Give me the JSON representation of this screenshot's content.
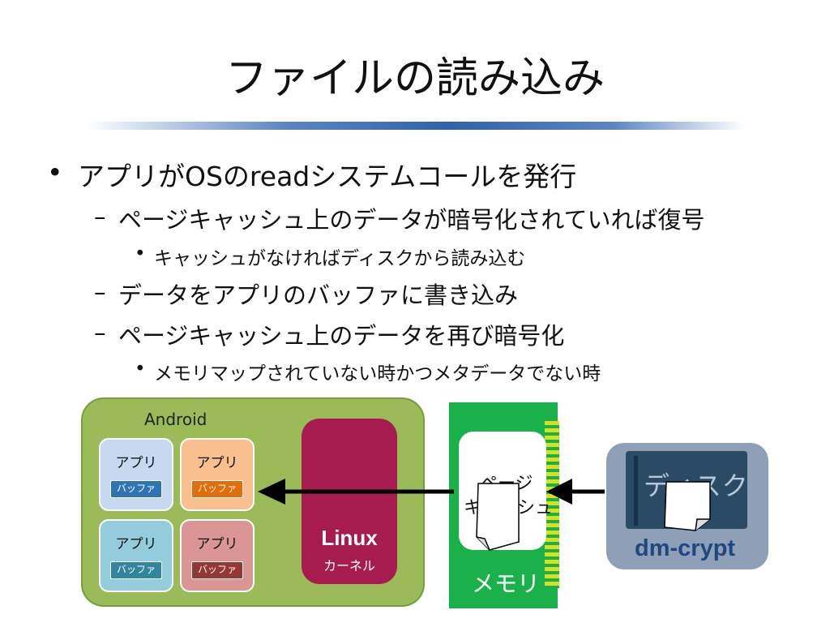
{
  "slide": {
    "title": "ファイルの読み込み"
  },
  "bullets": {
    "b1": "アプリがOSのreadシステムコールを発行",
    "b1_1": "ページキャッシュ上のデータが暗号化されていれば復号",
    "b1_1_1": "キャッシュがなければディスクから読み込む",
    "b1_2": "データをアプリのバッファに書き込み",
    "b1_3": "ページキャッシュ上のデータを再び暗号化",
    "b1_3_1": "メモリマップされていない時かつメタデータでない時",
    "marker_l1": "•",
    "marker_l2": "–",
    "marker_l3": "•"
  },
  "diagram": {
    "android_label": "Android",
    "apps": [
      {
        "label": "アプリ",
        "buffer": "バッファ",
        "color": "#c6d9f1",
        "buffer_color": "#2e75b6"
      },
      {
        "label": "アプリ",
        "buffer": "バッファ",
        "color": "#f9c08f",
        "buffer_color": "#e46c0a"
      },
      {
        "label": "アプリ",
        "buffer": "バッファ",
        "color": "#93cddd",
        "buffer_color": "#31859c"
      },
      {
        "label": "アプリ",
        "buffer": "バッファ",
        "color": "#d99694",
        "buffer_color": "#953735"
      }
    ],
    "kernel_title": "Linux",
    "kernel_subtitle": "カーネル",
    "page_cache_text": [
      "ページ",
      "キャッシュ"
    ],
    "memory_label": "メモリ",
    "disk_label": "ディスク",
    "disk_fs_label": "dm-crypt"
  },
  "colors": {
    "android_bg": "#9bbb59",
    "kernel_bg": "#a61c4e",
    "memory_bg": "#1ab04a",
    "memory_pins": "#d9e021",
    "disk_bg": "#2a4a66",
    "dm_crypt_text": "#1f497d"
  }
}
